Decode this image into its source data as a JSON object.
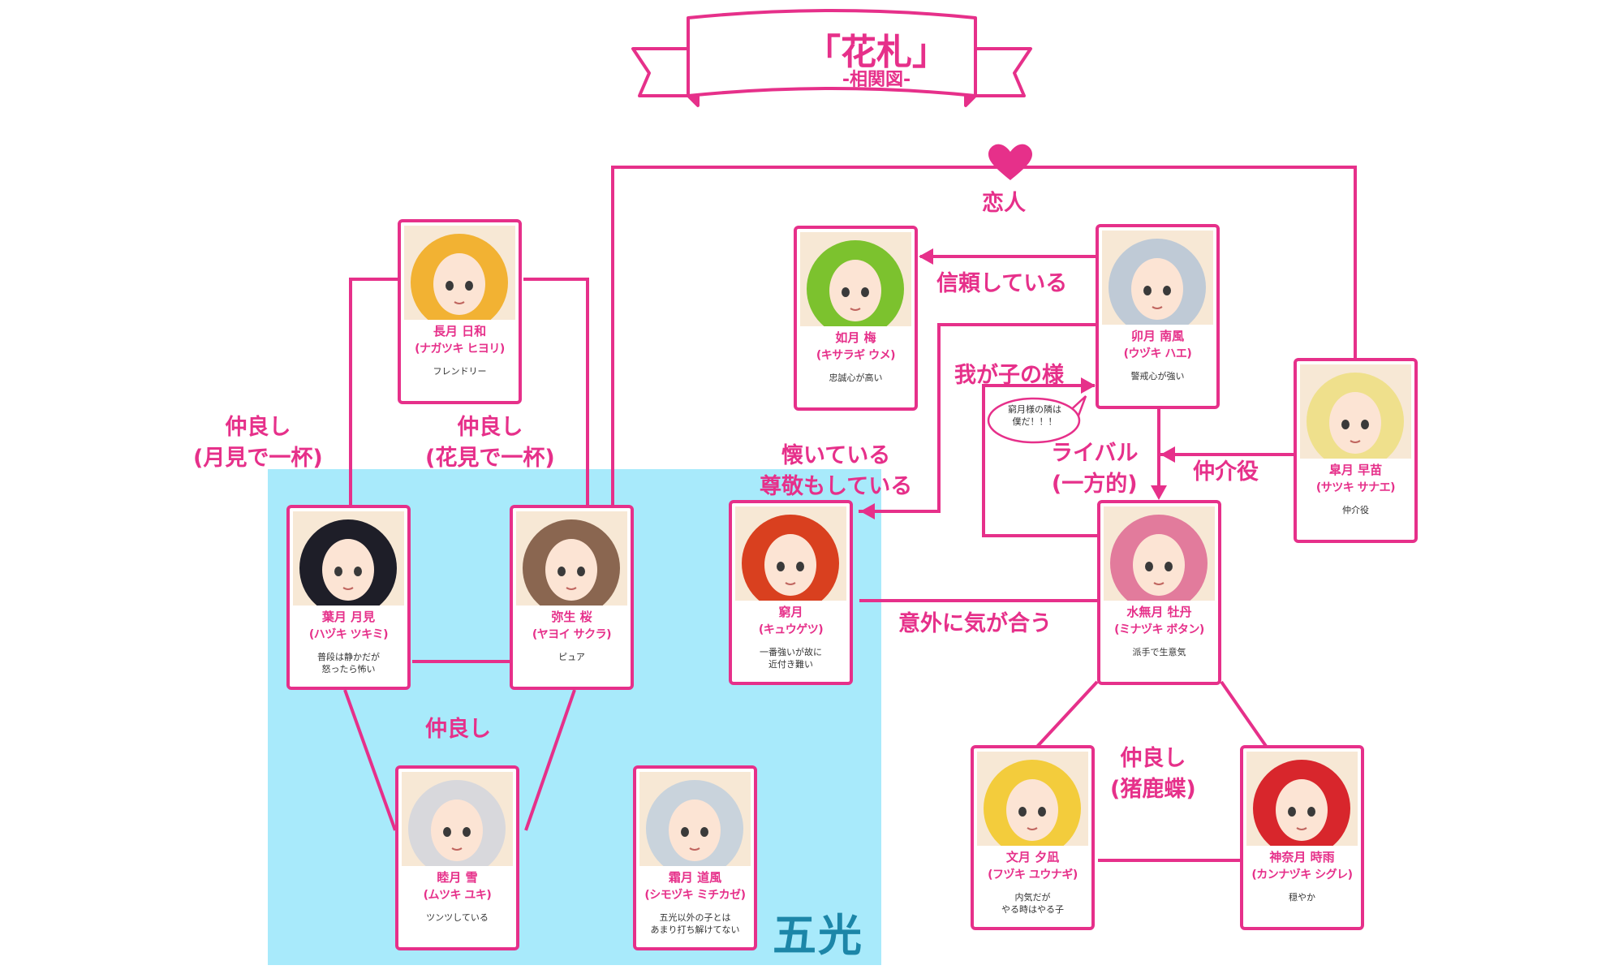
{
  "title": {
    "main": "「花札」",
    "sub": "-相関図-"
  },
  "colors": {
    "accent": "#e6308a",
    "goko_bg": "#a8eafb",
    "goko_text": "#1c86a8"
  },
  "group_label": "五光",
  "characters": {
    "nagatsuki": {
      "name": "長月 日和",
      "reading": "(ナガツキ ヒヨリ)",
      "desc": "フレンドリー",
      "hair": "#f2b233"
    },
    "hazuki": {
      "name": "葉月 月見",
      "reading": "(ハヅキ ツキミ)",
      "desc": "普段は静かだが\n怒ったら怖い",
      "hair": "#1e1e28"
    },
    "yayoi": {
      "name": "弥生 桜",
      "reading": "(ヤヨイ サクラ)",
      "desc": "ピュア",
      "hair": "#8a6650"
    },
    "mutsuki": {
      "name": "睦月 雪",
      "reading": "(ムツキ ユキ)",
      "desc": "ツンツしている",
      "hair": "#d8d8dc"
    },
    "shimotsuki": {
      "name": "霜月 道風",
      "reading": "(シモヅキ ミチカゼ)",
      "desc": "五光以外の子とは\nあまり打ち解けてない",
      "hair": "#c9d3dc"
    },
    "kyugetsu": {
      "name": "窮月",
      "reading": "(キュウゲツ)",
      "desc": "一番強いが故に\n近付き難い",
      "hair": "#d9401f"
    },
    "kisaragi": {
      "name": "如月 梅",
      "reading": "(キサラギ ウメ)",
      "desc": "忠誠心が高い",
      "hair": "#7cc22e"
    },
    "uzuki": {
      "name": "卯月 南風",
      "reading": "(ウヅキ ハエ)",
      "desc": "警戒心が強い",
      "hair": "#bfcad6"
    },
    "satsuki": {
      "name": "皐月 早苗",
      "reading": "(サツキ サナエ)",
      "desc": "仲介役",
      "hair": "#efe08c"
    },
    "minazuki": {
      "name": "水無月 牡丹",
      "reading": "(ミナヅキ ボタン)",
      "desc": "派手で生意気",
      "hair": "#e27b9c"
    },
    "fuzuki": {
      "name": "文月 夕凪",
      "reading": "(フヅキ ユウナギ)",
      "desc": "内気だが\nやる時はやる子",
      "hair": "#f3cc3c"
    },
    "kannazuki": {
      "name": "神奈月 時雨",
      "reading": "(カンナヅキ シグレ)",
      "desc": "穏やか",
      "hair": "#d8262c"
    }
  },
  "relations": {
    "lovers": "恋人",
    "trust": "信頼している",
    "like_own_child": "我が子の様",
    "bubble": "窮月様の隣は\n僕だ！！！",
    "attached": "懐いている\n尊敬もしている",
    "rival": "ライバル\n(一方的)",
    "mediator": "仲介役",
    "unexpected": "意外に気が合う",
    "friends_moon": "仲良し\n(月見で一杯)",
    "friends_flower": "仲良し\n(花見で一杯)",
    "friends": "仲良し",
    "friends_ino": "仲良し\n(猪鹿蝶)"
  }
}
